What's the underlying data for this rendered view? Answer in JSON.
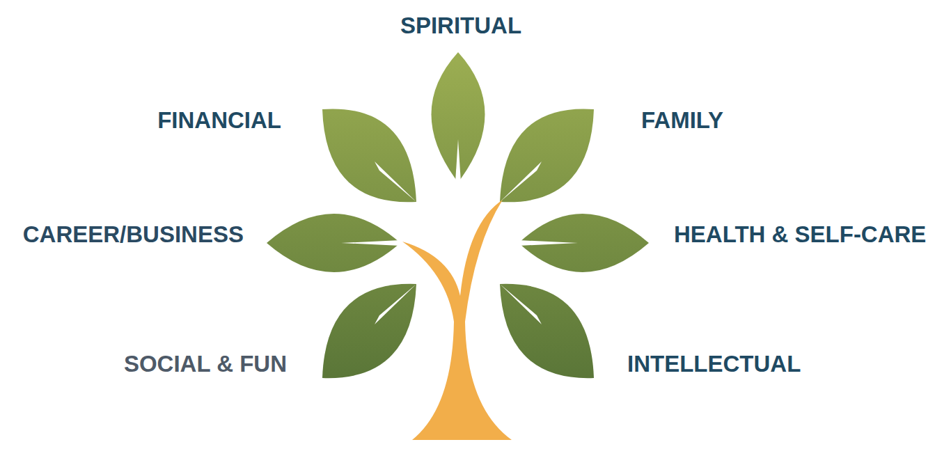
{
  "diagram": {
    "labels": [
      "SPIRITUAL",
      "FINANCIAL",
      "FAMILY",
      "CAREER/BUSINESS",
      "HEALTH & SELF-CARE",
      "SOCIAL & FUN",
      "INTELLECTUAL"
    ]
  }
}
